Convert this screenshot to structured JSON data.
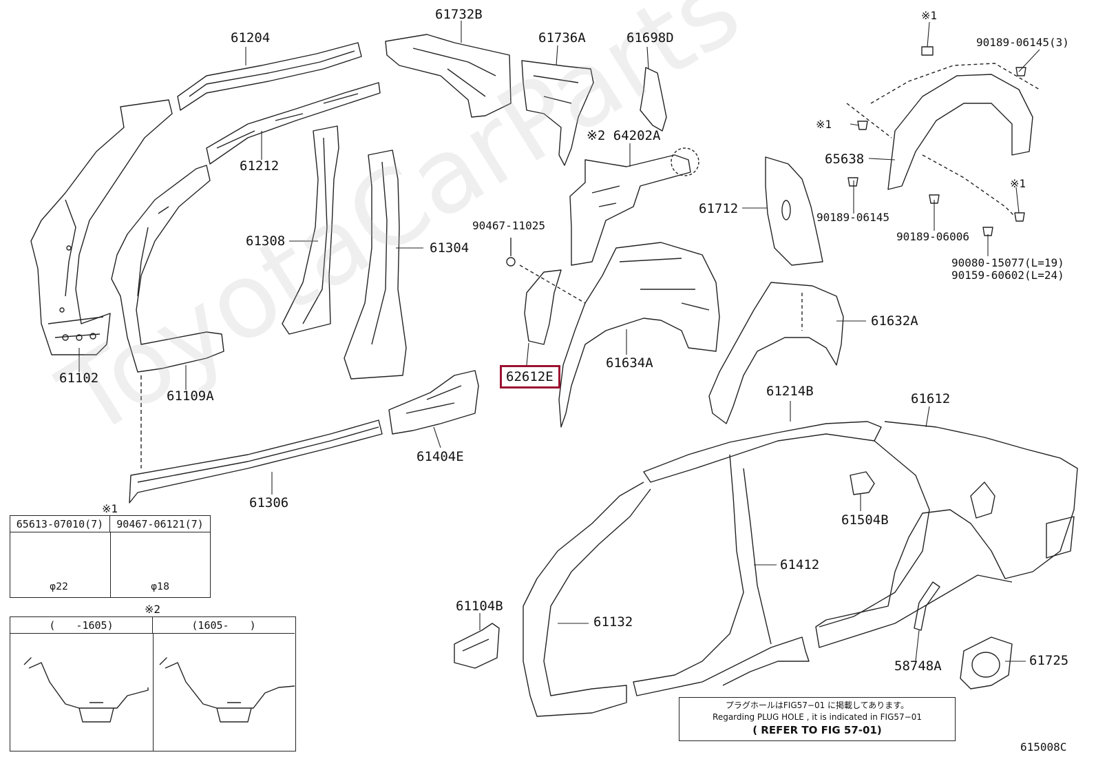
{
  "watermark": "ToyotaCarParts",
  "highlight_color": "#9b1030",
  "parts": {
    "p61204": "61204",
    "p61732B": "61732B",
    "p61736A": "61736A",
    "p61698D": "61698D",
    "p90189_06145_3": "90189-06145(3)",
    "mark1_top": "※1",
    "mark1_mid": "※1",
    "mark1_right": "※1",
    "p64202A": "※2 64202A",
    "p61212": "61212",
    "p65638": "65638",
    "p61712": "61712",
    "p90189_06145": "90189-06145",
    "p90467_11025": "90467-11025",
    "p90189_06006": "90189-06006",
    "p61308": "61308",
    "p61304": "61304",
    "p90080_15077": "90080-15077(L=19)",
    "p90159_60602": "90159-60602(L=24)",
    "p61632A": "61632A",
    "p62612E": "62612E",
    "p61634A": "61634A",
    "p61102": "61102",
    "p61109A": "61109A",
    "p61214B": "61214B",
    "p61612": "61612",
    "p61404E": "61404E",
    "p61306": "61306",
    "p61504B": "61504B",
    "p61412": "61412",
    "p61104B": "61104B",
    "p61132": "61132",
    "p58748A": "58748A",
    "p61725": "61725",
    "fig_code": "615008C"
  },
  "clip_table": {
    "mark": "※1",
    "col1": "65613-07010(7)",
    "col2": "90467-06121(7)",
    "dia1": "φ22",
    "dia2": "φ18"
  },
  "variant_table": {
    "mark": "※2",
    "col1": "(　　-1605)",
    "col2": "(1605-　　)"
  },
  "note": {
    "line1": "プラグホールはFIG57−01 に掲載してあります。",
    "line2": "Regarding PLUG HOLE , it is indicated in FIG57−01",
    "line3": "( REFER TO FIG 57-01)"
  }
}
